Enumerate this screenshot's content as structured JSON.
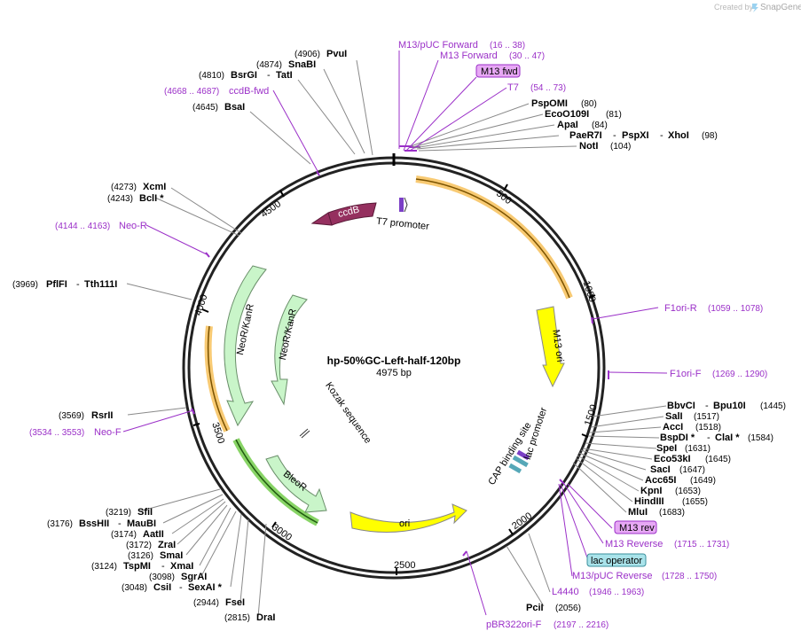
{
  "credit": {
    "prefix": "Created by",
    "brand": "SnapGene"
  },
  "plasmid": {
    "name": "hp-50%GC-Left-half-120bp",
    "size_label": "4975 bp"
  },
  "ticks": [
    "500",
    "1000",
    "1500",
    "2000",
    "2500",
    "3000",
    "3500",
    "4000",
    "4500"
  ],
  "features": {
    "ccdB": "ccdB",
    "t7_promoter": "T7 promoter",
    "m13_ori": "M13 ori",
    "neor1": "NeoR/KanR",
    "neor2": "NeoR/KanR",
    "kozak": "Kozak sequence",
    "bleor": "BleoR",
    "ori": "ori",
    "cap": "CAP binding site",
    "lac_promoter": "lac promoter"
  },
  "primers_top": [
    {
      "name": "M13/pUC Forward",
      "pos": "(16 .. 38)"
    },
    {
      "name": "M13 Forward",
      "pos": "(30 .. 47)"
    },
    {
      "name": "T7",
      "pos": "(54 .. 73)"
    }
  ],
  "boxes": {
    "m13_fwd": "M13 fwd",
    "m13_rev": "M13 rev",
    "lac_operator": "lac operator"
  },
  "sites_right_top": [
    {
      "name": "PspOMI",
      "pos": "(80)"
    },
    {
      "name": "EcoO109I",
      "pos": "(81)"
    },
    {
      "name": "ApaI",
      "pos": "(84)"
    },
    {
      "name": "PaeR7I",
      "name2": "PspXI",
      "name3": "XhoI",
      "pos": "(98)"
    },
    {
      "name": "NotI",
      "pos": "(104)"
    }
  ],
  "primers_right": [
    {
      "name": "F1ori-R",
      "pos": "(1059 .. 1078)"
    },
    {
      "name": "F1ori-F",
      "pos": "(1269 .. 1290)"
    }
  ],
  "sites_right_mid": [
    {
      "name": "BbvCI",
      "name2": "Bpu10I",
      "pos": "(1445)"
    },
    {
      "name": "SalI",
      "pos": "(1517)"
    },
    {
      "name": "AccI",
      "pos": "(1518)"
    },
    {
      "name": "BspDI *",
      "name2": "ClaI *",
      "pos": "(1584)"
    },
    {
      "name": "SpeI",
      "pos": "(1631)"
    },
    {
      "name": "Eco53kI",
      "pos": "(1645)"
    },
    {
      "name": "SacI",
      "pos": "(1647)"
    },
    {
      "name": "Acc65I",
      "pos": "(1649)"
    },
    {
      "name": "KpnI",
      "pos": "(1653)"
    },
    {
      "name": "HindIII",
      "pos": "(1655)"
    },
    {
      "name": "MluI",
      "pos": "(1683)"
    }
  ],
  "primers_bottom_right": [
    {
      "name": "M13 Reverse",
      "pos": "(1715 .. 1731)"
    },
    {
      "name": "M13/pUC Reverse",
      "pos": "(1728 .. 1750)"
    },
    {
      "name": "L4440",
      "pos": "(1946 .. 1963)"
    },
    {
      "name": "pBR322ori-F",
      "pos": "(2197 .. 2216)"
    }
  ],
  "pcii": {
    "name": "PciI",
    "pos": "(2056)"
  },
  "sites_top_left": [
    {
      "name": "PvuI",
      "pos": "(4906)"
    },
    {
      "name": "SnaBI",
      "pos": "(4874)"
    },
    {
      "name": "BsrGI",
      "name2": "TatI",
      "pos": "(4810)"
    },
    {
      "name": "BsaI",
      "pos": "(4645)"
    },
    {
      "name": "XcmI",
      "pos": "(4273)"
    },
    {
      "name": "BclI *",
      "pos": "(4243)"
    },
    {
      "name": "PflFI",
      "name2": "Tth111I",
      "pos": "(3969)"
    },
    {
      "name": "RsrII",
      "pos": "(3569)"
    }
  ],
  "primers_left": [
    {
      "name": "ccdB-fwd",
      "pos": "(4668 .. 4687)"
    },
    {
      "name": "Neo-R",
      "pos": "(4144 .. 4163)"
    },
    {
      "name": "Neo-F",
      "pos": "(3534 .. 3553)"
    }
  ],
  "sites_bottom_left": [
    {
      "name": "SfiI",
      "pos": "(3219)"
    },
    {
      "name": "BssHII",
      "name2": "MauBI",
      "pos": "(3176)"
    },
    {
      "name": "AatII",
      "pos": "(3174)"
    },
    {
      "name": "ZraI",
      "pos": "(3172)"
    },
    {
      "name": "SmaI",
      "pos": "(3126)"
    },
    {
      "name": "TspMI",
      "name2": "XmaI",
      "pos": "(3124)"
    },
    {
      "name": "SgrAI",
      "pos": "(3098)"
    },
    {
      "name": "CsiI",
      "name2": "SexAI *",
      "pos": "(3048)"
    },
    {
      "name": "FseI",
      "pos": "(2944)"
    },
    {
      "name": "DraI",
      "pos": "(2815)"
    }
  ],
  "colors": {
    "ccdB": "#95305f",
    "t7": "#7b3fc6",
    "m13_ori": "#ffff00",
    "neor": "#c9f5c9",
    "ori": "#ffff00",
    "bleor": "#c9f5c9",
    "primer": "#9b30c8",
    "primer_box": "#e7a8f5",
    "lac_operator_box": "#a9e3ea",
    "orange_highlight": "#f7c15a",
    "green_highlight": "#56b42a"
  }
}
